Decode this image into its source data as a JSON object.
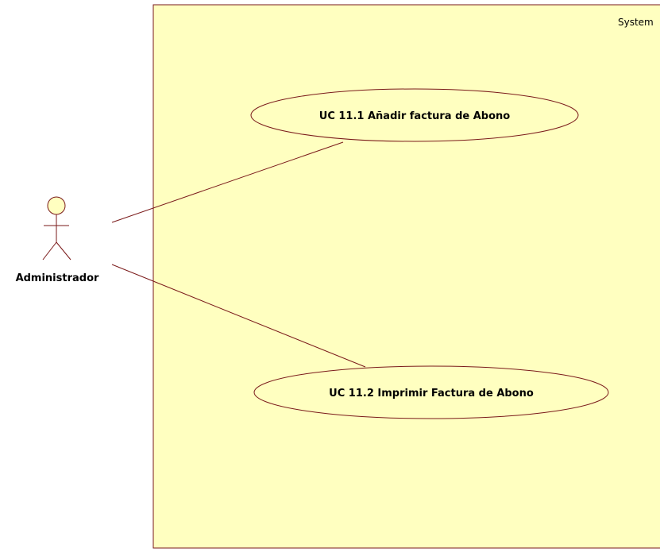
{
  "colors": {
    "boundary_fill": "#FFFFC0",
    "boundary_stroke": "#7A1A1A",
    "usecase_fill": "#FFFFC0",
    "usecase_stroke": "#7A1A1A",
    "association_line": "#7A1A1A",
    "actor_head_fill": "#FFFFC0",
    "actor_stroke": "#7A1A1A"
  },
  "system": {
    "label": "System"
  },
  "actor": {
    "name": "Administrador",
    "icon": "stick-figure-icon"
  },
  "use_cases": [
    {
      "label": "UC 11.1 Añadir factura de Abono"
    },
    {
      "label": "UC 11.2 Imprimir Factura de Abono"
    }
  ]
}
